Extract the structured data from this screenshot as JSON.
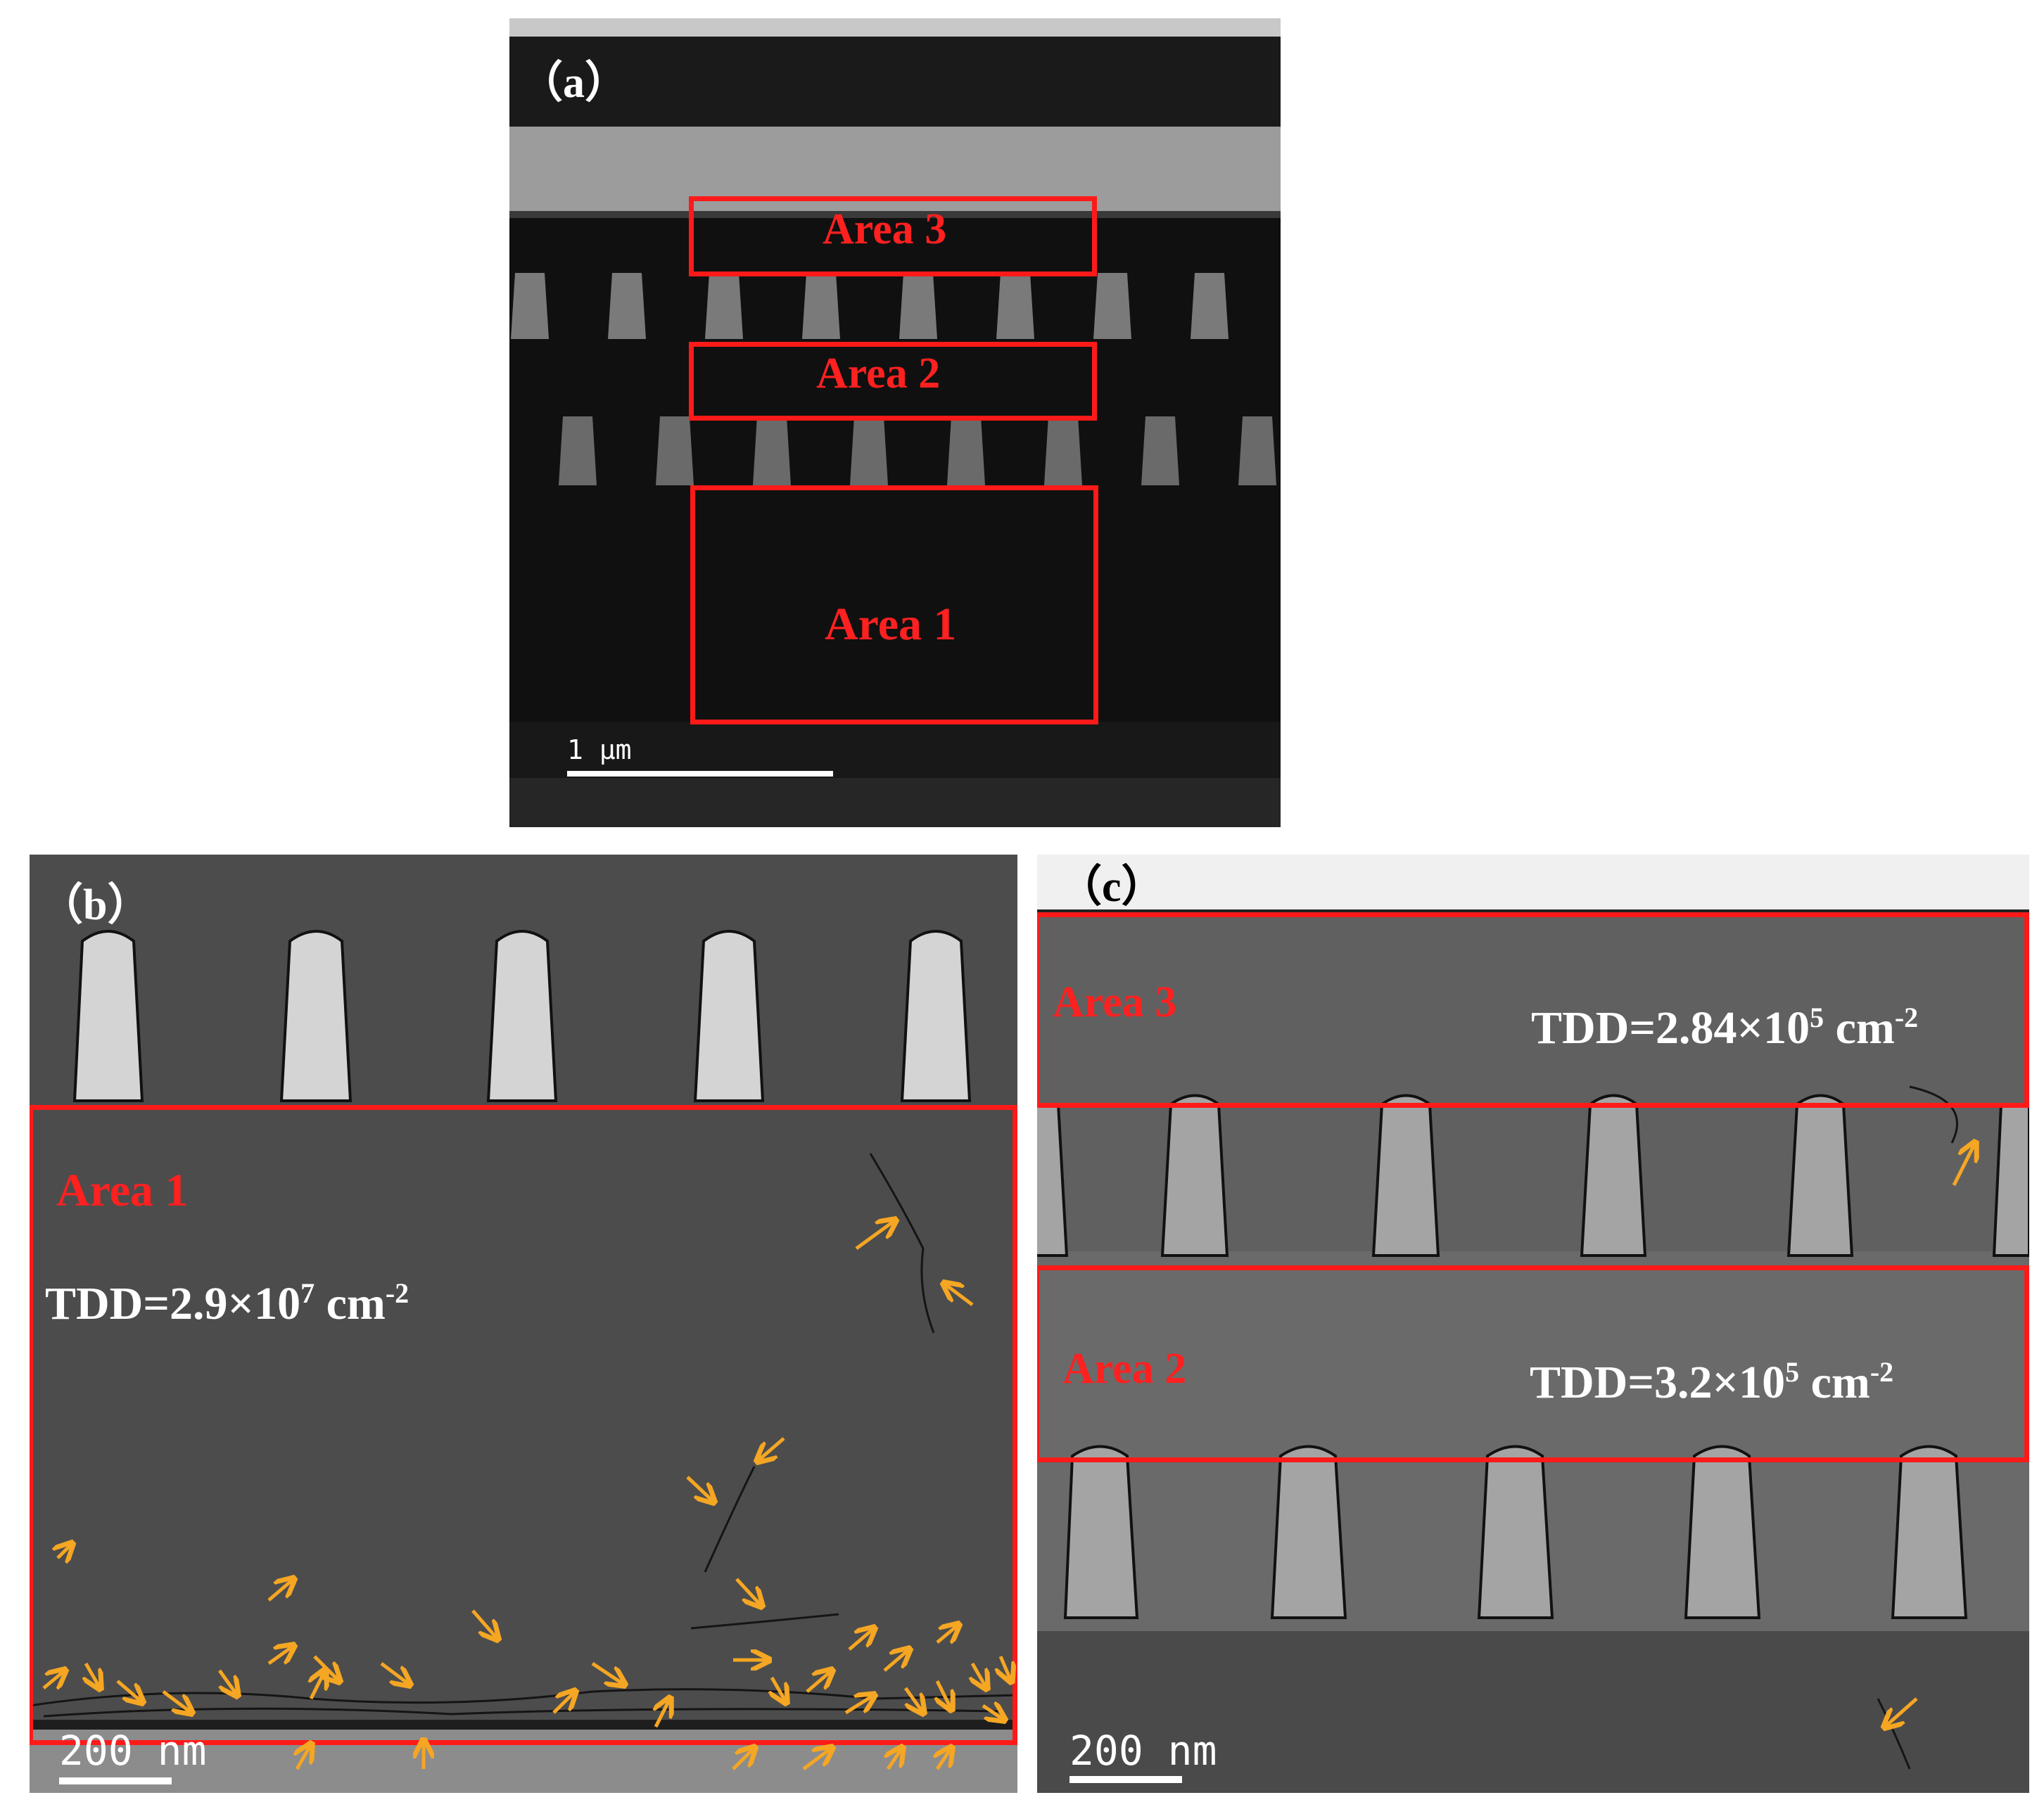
{
  "panels": {
    "a": {
      "label": "（a）",
      "scale_label": "1 μm",
      "areas": {
        "area3": "Area 3",
        "area2": "Area 2",
        "area1": "Area 1"
      }
    },
    "b": {
      "label": "（b）",
      "scale_label": "200 nm",
      "area1": "Area 1",
      "tdd": {
        "prefix": "TDD=2.9×10",
        "exp": "7",
        "unit": " cm",
        "unit_exp": "-2"
      }
    },
    "c": {
      "label": "（c）",
      "scale_label": "200  nm",
      "area3": "Area 3",
      "tdd3": {
        "prefix": "TDD=2.84×10",
        "exp": "5",
        "unit": " cm",
        "unit_exp": "-2"
      },
      "area2": "Area 2",
      "tdd2": {
        "prefix": "TDD=3.2×10",
        "exp": "5",
        "unit": " cm",
        "unit_exp": "-2"
      }
    }
  },
  "colors": {
    "box": "#ff1a1a",
    "arrow": "#f5a623",
    "area_text": "#ff2020"
  }
}
